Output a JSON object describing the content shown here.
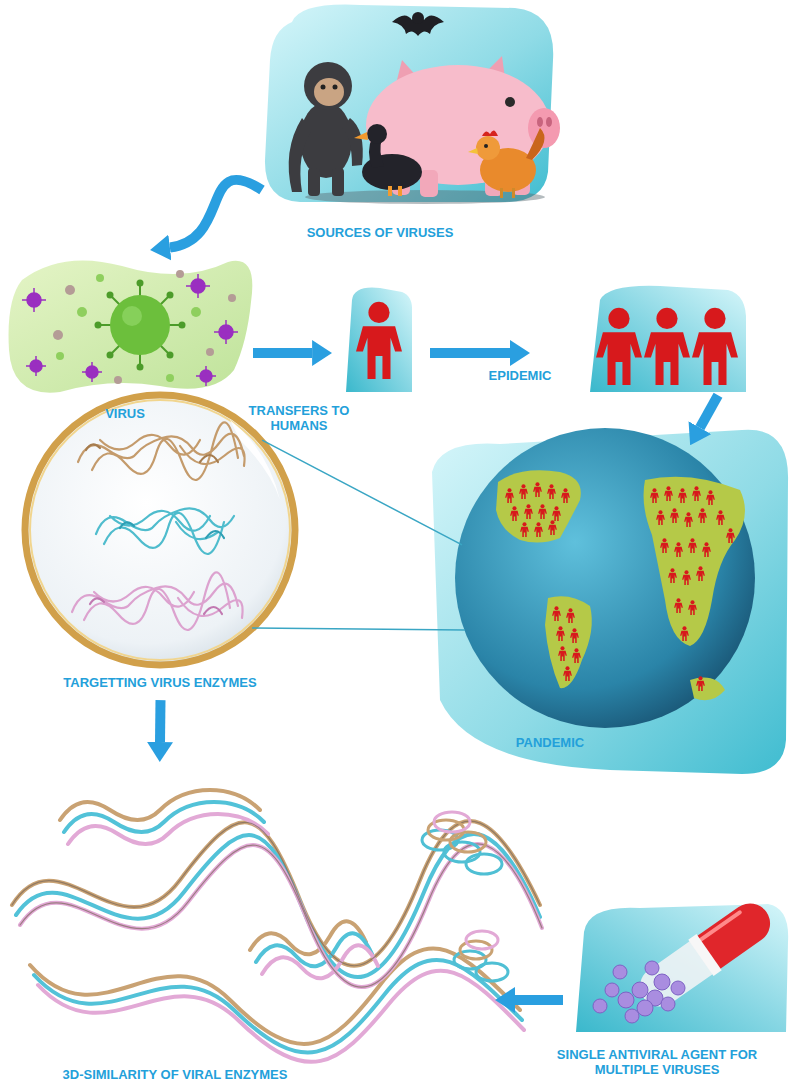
{
  "diagram": {
    "nodes": [
      {
        "text": [
          "SOURCES OF VIRUSES"
        ]
      },
      {
        "text": [
          "VIRUS"
        ]
      },
      {
        "text": []
      },
      {
        "text": []
      },
      {
        "text": [
          "PANDEMIC"
        ]
      },
      {
        "text": [
          "TARGETTING VIRUS ENZYMES"
        ]
      },
      {
        "text": [
          "3D-SIMILARITY OF VIRAL ENZYMES"
        ]
      },
      {
        "text": [
          "SINGLE ANTIVIRAL AGENT FOR MULTIPLE VIRUSES"
        ]
      }
    ],
    "edges": [
      {
        "from": 0,
        "to": 1,
        "arrow": "to"
      },
      {
        "from": 1,
        "to": 2,
        "label": "TRANSFERS TO HUMANS",
        "arrow": "to"
      },
      {
        "from": 2,
        "to": 3,
        "label": "EPIDEMIC",
        "arrow": "to"
      },
      {
        "from": 3,
        "to": 4,
        "arrow": "to"
      },
      {
        "from": 4,
        "to": 5,
        "arrow": "none"
      },
      {
        "from": 5,
        "to": 6,
        "arrow": "to"
      },
      {
        "from": 7,
        "to": 6,
        "arrow": "to"
      }
    ]
  }
}
